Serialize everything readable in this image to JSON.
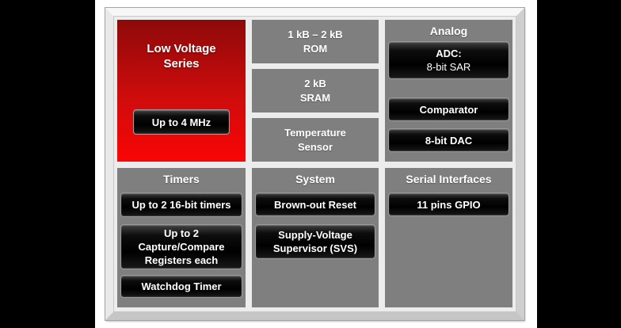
{
  "palette": {
    "pillar": "#000000",
    "section_gray": "#7f7f7f",
    "red_top": "#8e0909",
    "red_bottom": "#fa0505",
    "label_text": "#ffffff"
  },
  "sections": {
    "low_voltage": {
      "title": "Low Voltage\nSeries",
      "speed_button": "Up to 4 MHz"
    },
    "memory": {
      "rom": "1 kB – 2 kB\nROM",
      "sram": "2 kB\nSRAM",
      "temperature": "Temperature\nSensor"
    },
    "analog": {
      "title": "Analog",
      "adc_line1": "ADC:",
      "adc_line2": "8-bit SAR",
      "comparator": "Comparator",
      "dac": "8-bit DAC"
    },
    "timers": {
      "title": "Timers",
      "timers_button": "Up to 2 16-bit timers",
      "capture_button": "Up to 2\nCapture/Compare\nRegisters each",
      "watchdog_button": "Watchdog Timer"
    },
    "system": {
      "title": "System",
      "brownout_button": "Brown-out Reset",
      "svs_button": "Supply-Voltage\nSupervisor (SVS)"
    },
    "serial": {
      "title": "Serial Interfaces",
      "gpio_button": "11 pins GPIO"
    }
  }
}
